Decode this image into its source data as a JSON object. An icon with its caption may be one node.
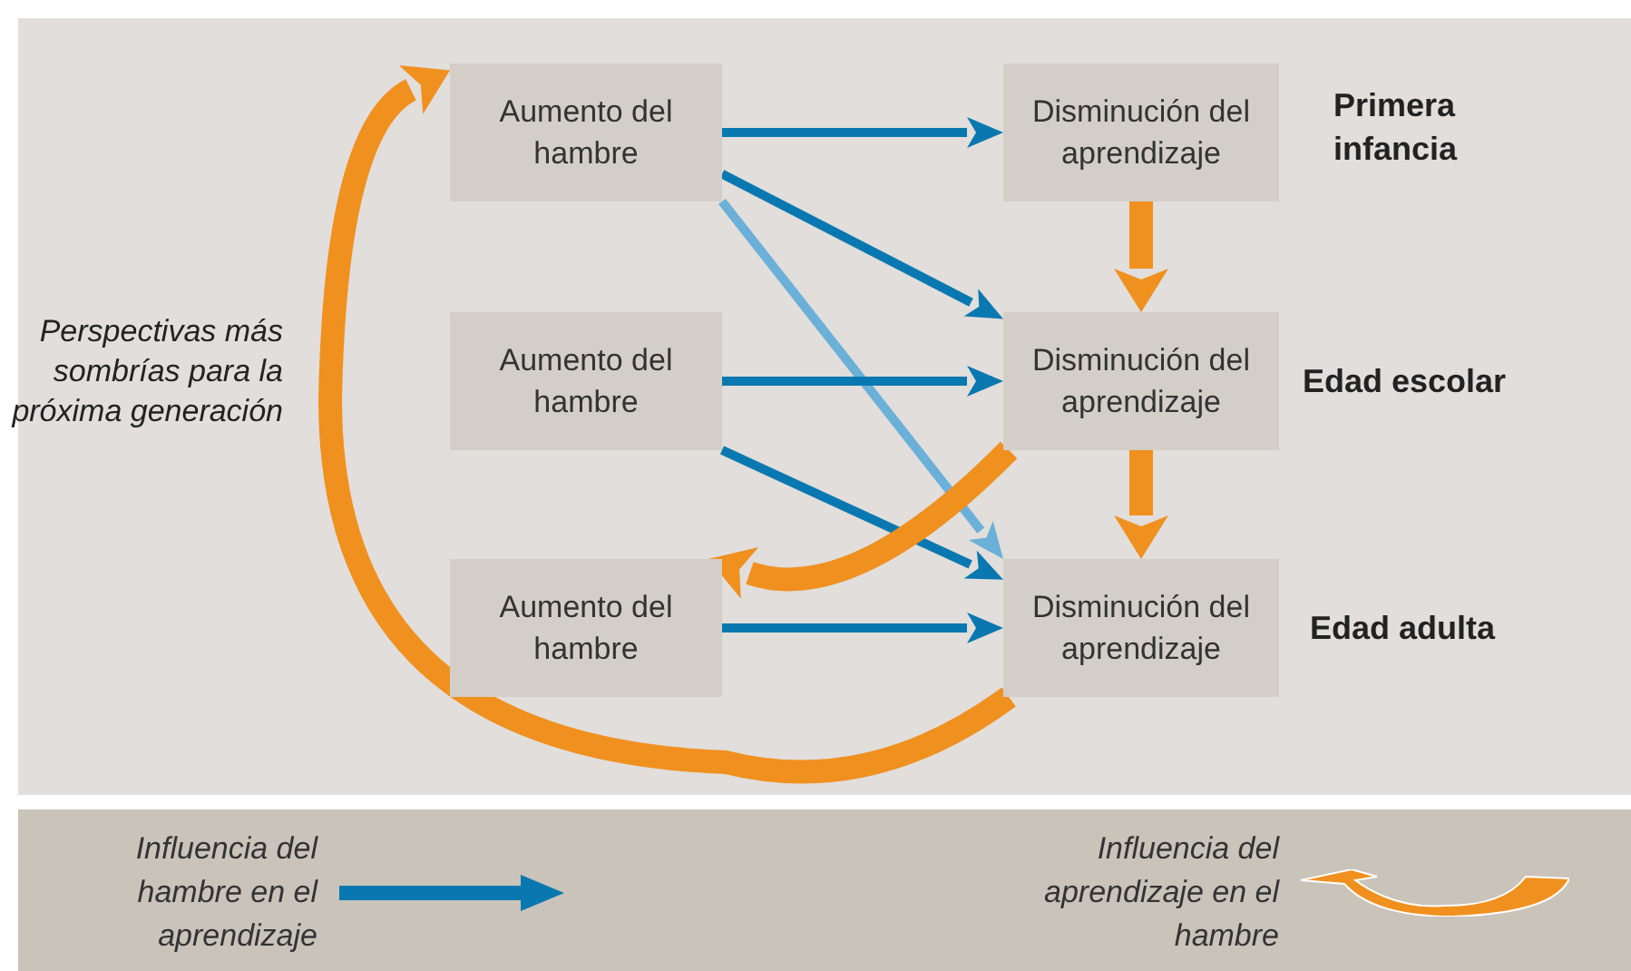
{
  "diagram": {
    "nodes": [
      {
        "text": [
          "Aumento del hambre"
        ]
      },
      {
        "text": [
          "Aumento del hambre"
        ]
      },
      {
        "text": [
          "Aumento del hambre"
        ]
      },
      {
        "text": [
          "Disminución del aprendizaje"
        ],
        "beside": [
          "Primera infancia"
        ]
      },
      {
        "text": [
          "Disminución del aprendizaje"
        ],
        "beside": [
          "Edad escolar"
        ]
      },
      {
        "text": [
          "Disminución del aprendizaje"
        ],
        "beside": [
          "Edad adulta"
        ]
      }
    ],
    "edges": [
      {
        "from": 0,
        "to": 3,
        "arrow": "to"
      },
      {
        "from": 0,
        "to": 4,
        "arrow": "to"
      },
      {
        "from": 0,
        "to": 5,
        "arrow": "to",
        "color": "#6ab0d8"
      },
      {
        "from": 1,
        "to": 4,
        "arrow": "to"
      },
      {
        "from": 1,
        "to": 5,
        "arrow": "to"
      },
      {
        "from": 2,
        "to": 5,
        "arrow": "to"
      },
      {
        "from": 3,
        "to": 4,
        "arrow": "to",
        "style": "thick",
        "color": "#f0901f"
      },
      {
        "from": 4,
        "to": 5,
        "arrow": "to",
        "style": "thick",
        "color": "#f0901f"
      },
      {
        "from": 4,
        "to": 2,
        "arrow": "to",
        "style": "thick",
        "color": "#f0901f"
      },
      {
        "from": 5,
        "to": 0,
        "arrow": "to",
        "style": "thick",
        "color": "#f0901f"
      }
    ],
    "labels": [
      "Perspectivas más sombrías para la próxima generación"
    ],
    "legend": [
      {
        "text": "Influencia del hambre en el aprendizaje"
      },
      {
        "text": "Influencia del aprendizaje en el hambre"
      }
    ]
  }
}
